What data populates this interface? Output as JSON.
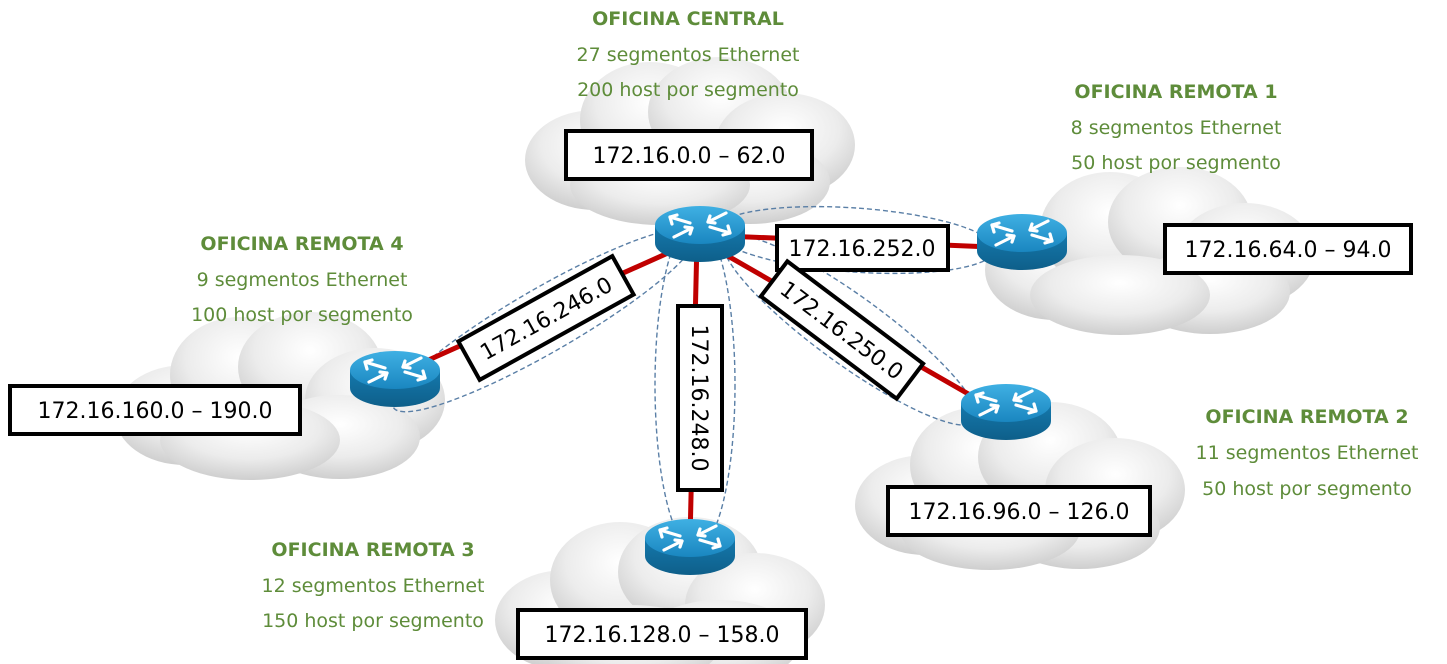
{
  "offices": {
    "central": {
      "title": "OFICINA CENTRAL",
      "segments": "27 segmentos Ethernet",
      "hosts": "200 host por segmento",
      "network": "172.16.0.0 – 62.0"
    },
    "remote1": {
      "title": "OFICINA REMOTA 1",
      "segments": "8 segmentos Ethernet",
      "hosts": "50 host por segmento",
      "network": "172.16.64.0 – 94.0"
    },
    "remote2": {
      "title": "OFICINA REMOTA 2",
      "segments": "11 segmentos Ethernet",
      "hosts": "50 host por segmento",
      "network": "172.16.96.0 – 126.0"
    },
    "remote3": {
      "title": "OFICINA REMOTA 3",
      "segments": "12 segmentos Ethernet",
      "hosts": "150 host por segmento",
      "network": "172.16.128.0 – 158.0"
    },
    "remote4": {
      "title": "OFICINA REMOTA 4",
      "segments": "9 segmentos Ethernet",
      "hosts": "100 host por segmento",
      "network": "172.16.160.0 – 190.0"
    }
  },
  "links": {
    "central_remote1": "172.16.252.0",
    "central_remote2": "172.16.250.0",
    "central_remote3": "172.16.248.0",
    "central_remote4": "172.16.246.0"
  },
  "colors": {
    "office_text": "#5e8c3a",
    "link_line": "#c00000",
    "router": "#1f8fc6",
    "halo": "#5a7fa6"
  },
  "icons": {
    "router": "router-icon",
    "cloud": "cloud-icon"
  }
}
